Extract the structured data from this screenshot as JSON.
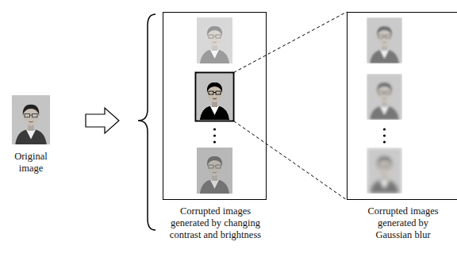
{
  "diagram": {
    "nodes": [
      {
        "text": [
          "Original image"
        ]
      },
      {
        "text": [
          "Corrupted images generated by changing contrast and brightness"
        ]
      },
      {
        "text": [
          "Corrupted images generated by Gaussian blur"
        ]
      }
    ],
    "edges": [
      {
        "from": 1,
        "to": 2,
        "arrow": "none"
      }
    ]
  }
}
